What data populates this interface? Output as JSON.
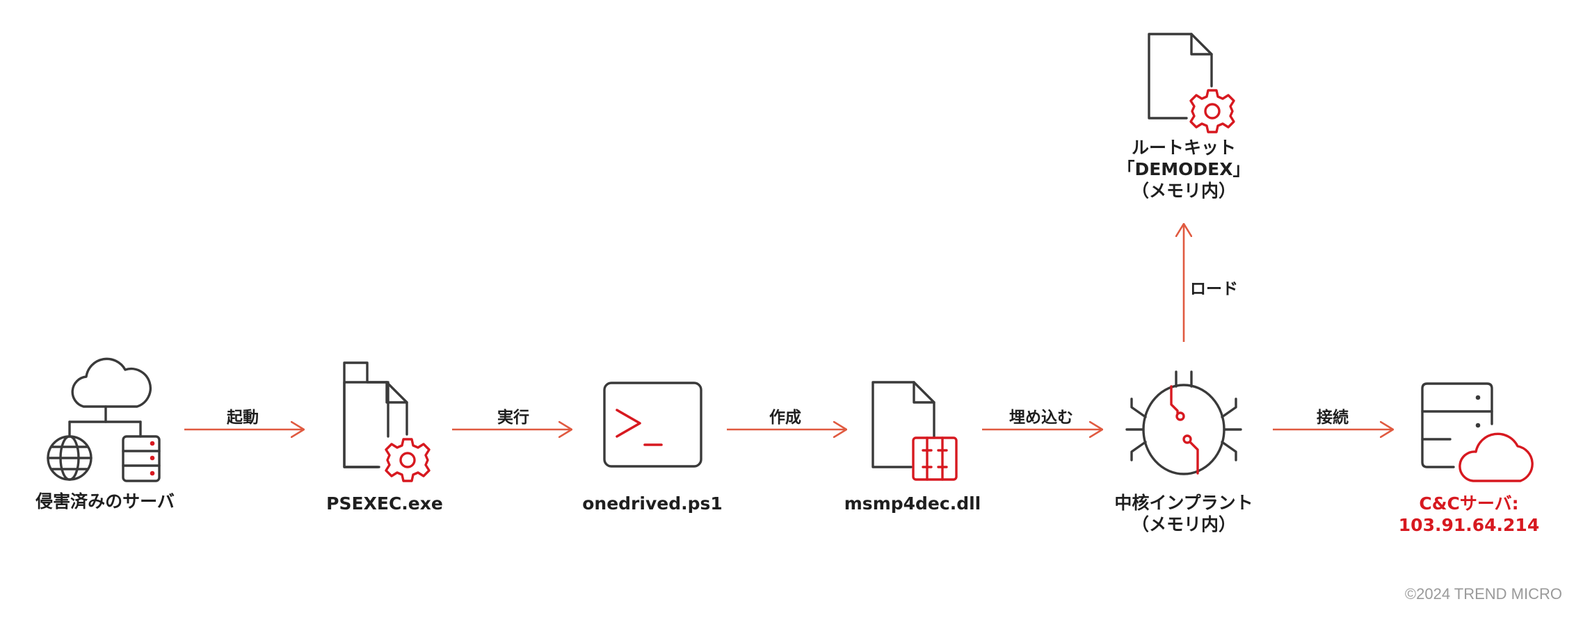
{
  "nodes": {
    "compromised_server": {
      "lines": [
        "侵害済みのサーバ"
      ]
    },
    "psexec": {
      "lines": [
        "PSEXEC.exe"
      ]
    },
    "onedrived": {
      "lines": [
        "onedrived.ps1"
      ]
    },
    "msmp4dec": {
      "lines": [
        "msmp4dec.dll"
      ]
    },
    "core_implant": {
      "lines": [
        "中核インプラント",
        "（メモリ内）"
      ]
    },
    "rootkit": {
      "lines": [
        "ルートキット",
        "「DEMODEX」",
        "（メモリ内）"
      ]
    },
    "cc_server": {
      "lines": [
        "C&Cサーバ:",
        "103.91.64.214"
      ]
    }
  },
  "edges": {
    "launch": "起動",
    "execute": "実行",
    "create": "作成",
    "embed": "埋め込む",
    "load": "ロード",
    "connect": "接続"
  },
  "colors": {
    "stroke": "#3a3a3a",
    "arrow": "#e05a40",
    "accent": "#d71920"
  },
  "icons": {
    "compromised_server": "cloud-network-server-icon",
    "psexec": "file-gear-icon",
    "onedrived": "terminal-icon",
    "msmp4dec": "file-library-icon",
    "core_implant": "bug-icon",
    "rootkit": "file-gear-icon",
    "cc_server": "server-cloud-icon"
  },
  "footer": {
    "copyright": "©2024 TREND MICRO"
  }
}
